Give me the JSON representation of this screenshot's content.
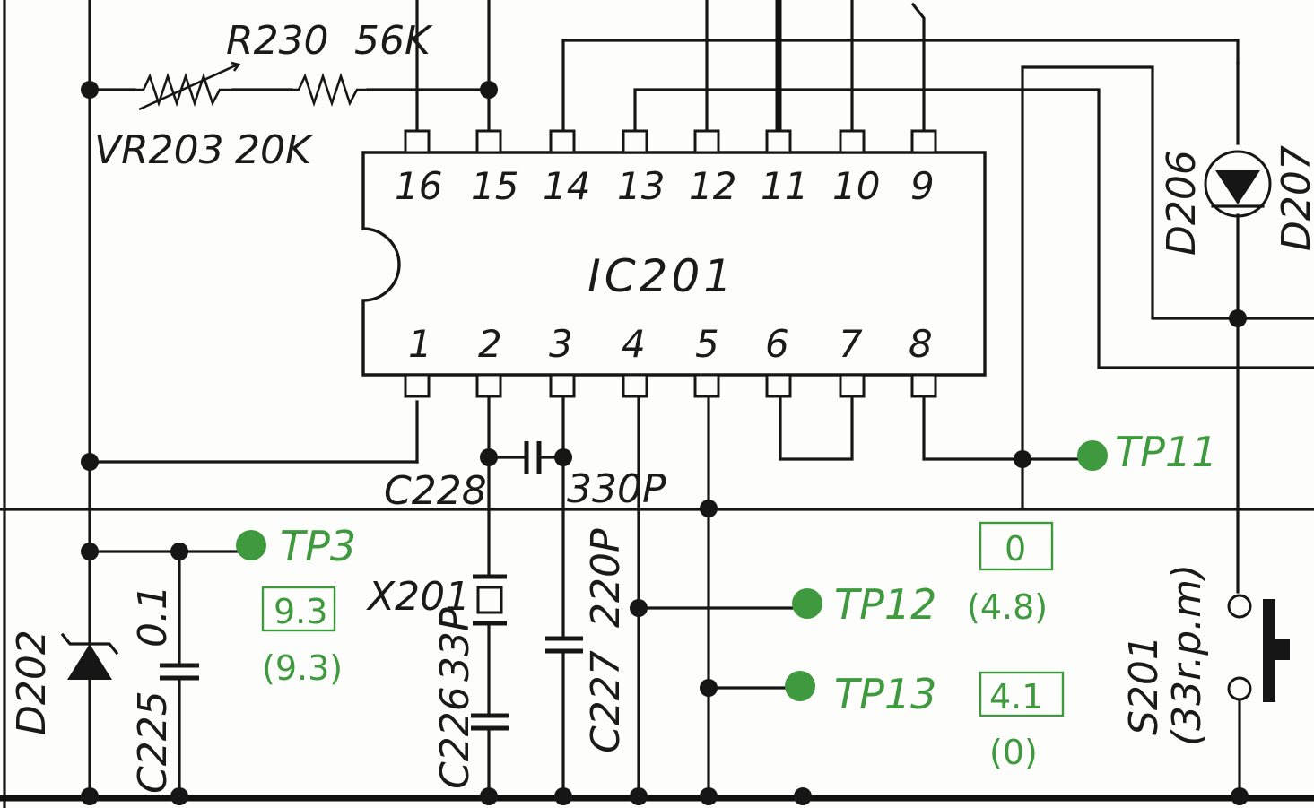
{
  "ic": {
    "label": "IC201",
    "top_pins": [
      "16",
      "15",
      "14",
      "13",
      "12",
      "11",
      "10",
      "9"
    ],
    "bottom_pins": [
      "1",
      "2",
      "3",
      "4",
      "5",
      "6",
      "7",
      "8"
    ]
  },
  "components": {
    "r230": "R230",
    "r230_value": "56K",
    "vr203": "VR203",
    "vr203_value": "20K",
    "c228": "C228",
    "c228_value": "330P",
    "x201": "X201",
    "c226": "C226",
    "c226_value": "33P",
    "c227": "C227",
    "c227_value": "220P",
    "c225": "C225",
    "c225_value": "0.1",
    "d202": "D202",
    "d206": "D206",
    "d207": "D207",
    "s201": "S201",
    "s201_note": "(33r.p.m)"
  },
  "test_points": {
    "tp3": {
      "label": "TP3",
      "voltage": "9.3",
      "voltage_alt": "(9.3)"
    },
    "tp11": {
      "label": "TP11"
    },
    "tp12": {
      "label": "TP12",
      "voltage": "0",
      "voltage_alt": "(4.8)"
    },
    "tp13": {
      "label": "TP13",
      "voltage": "4.1",
      "voltage_alt": "(0)"
    }
  },
  "colors": {
    "ink": "#161616",
    "test_point_green": "#3f9a3f",
    "paper": "#fdfdfb"
  }
}
